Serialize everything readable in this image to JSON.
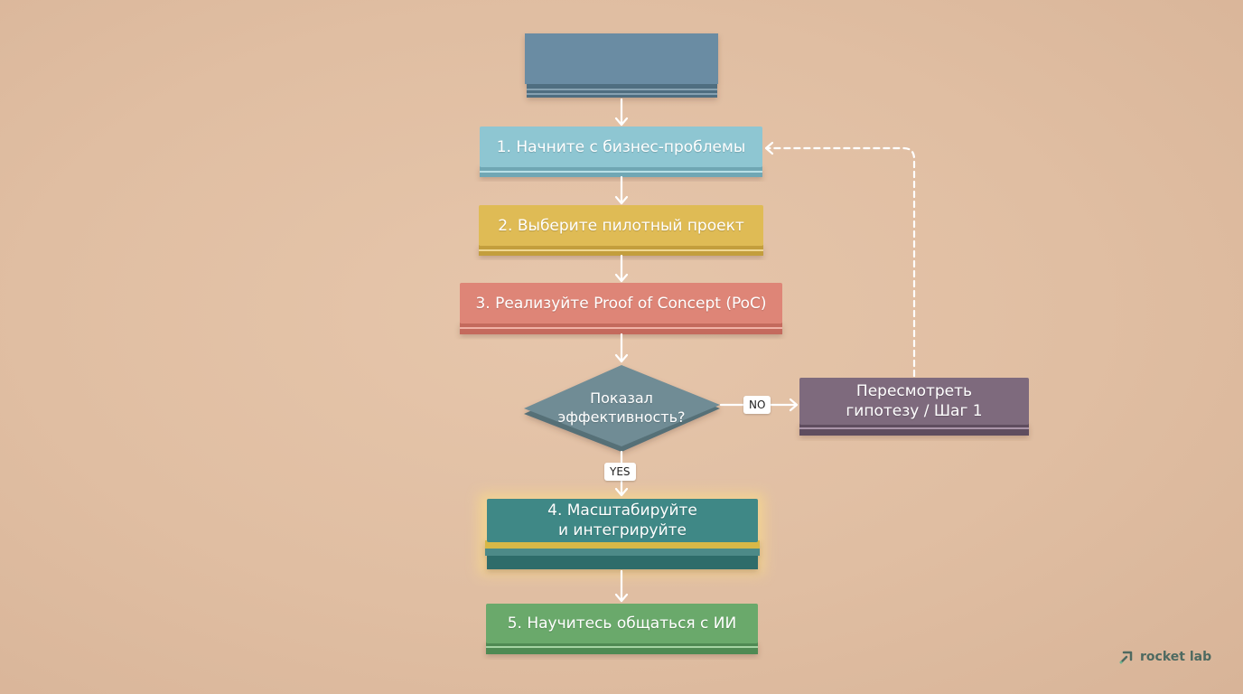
{
  "nodes": {
    "start": {
      "label": "",
      "color": "#6b8ca3"
    },
    "step1": {
      "label": "1. Начните с бизнес-проблемы",
      "color": "#8ec6d2"
    },
    "step2": {
      "label": "2. Выберите пилотный проект",
      "color": "#dfbb55"
    },
    "step3": {
      "label": "3. Реализуйте Proof of Concept (PoC)",
      "color": "#de8577"
    },
    "decision": {
      "label": "Показал\nэффективность?",
      "color": "#6f8c95"
    },
    "revise": {
      "label": "Пересмотреть\nгипотезу / Шаг 1",
      "color": "#7e6a7d"
    },
    "step4": {
      "label": "4. Масштабируйте\nи интегрируйте",
      "color": "#3f8886"
    },
    "step5": {
      "label": "5. Научитесь общаться с ИИ",
      "color": "#6aa96b"
    }
  },
  "edges": {
    "no_label": "NO",
    "yes_label": "YES"
  },
  "colors": {
    "background": "#e0bea2",
    "arrow": "#ffffff",
    "glow": "#ffe082"
  },
  "brand": {
    "name": "rocket lab",
    "icon": "rocket-lab-logo-icon"
  }
}
